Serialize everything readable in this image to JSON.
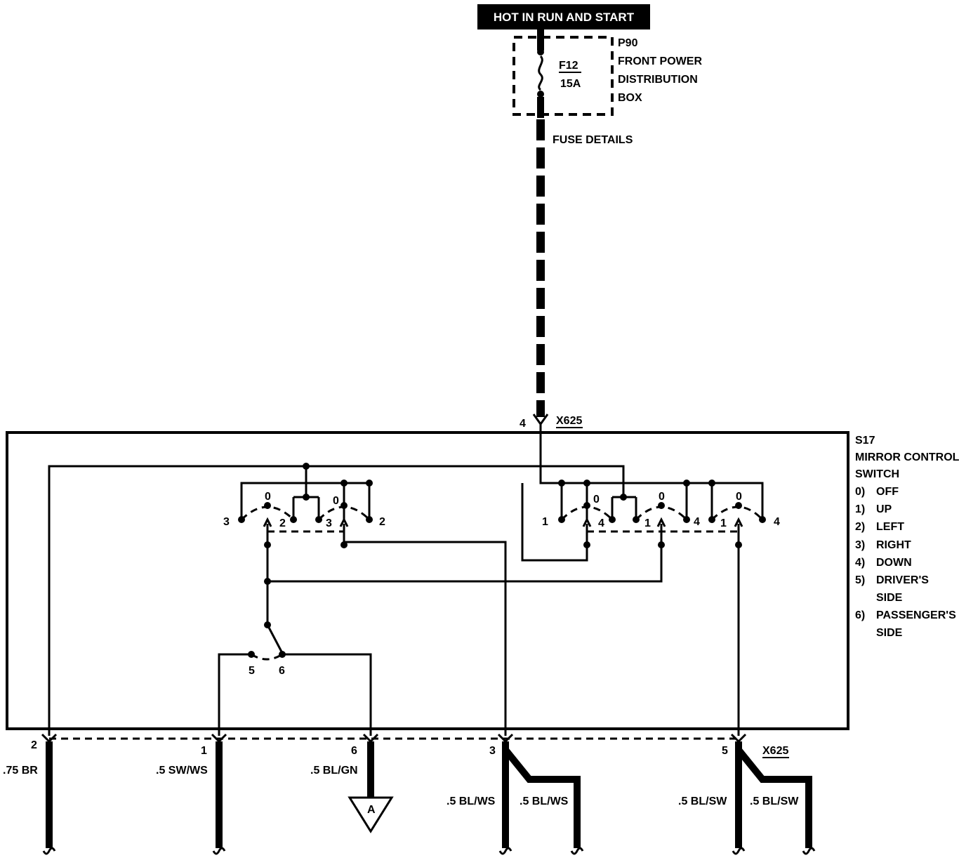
{
  "header": {
    "power_label": "HOT IN RUN AND START"
  },
  "fuse_box": {
    "id": "P90",
    "name_line1": "FRONT POWER",
    "name_line2": "DISTRIBUTION",
    "name_line3": "BOX",
    "fuse_id": "F12",
    "fuse_rating": "15A",
    "details_label": "FUSE DETAILS"
  },
  "switch": {
    "id": "S17",
    "name_line1": "MIRROR CONTROL",
    "name_line2": "SWITCH",
    "legend": [
      {
        "num": "0)",
        "text": "OFF"
      },
      {
        "num": "1)",
        "text": "UP"
      },
      {
        "num": "2)",
        "text": "LEFT"
      },
      {
        "num": "3)",
        "text": "RIGHT"
      },
      {
        "num": "4)",
        "text": "DOWN"
      },
      {
        "num": "5)",
        "text": "DRIVER'S"
      },
      {
        "num": "",
        "text": "SIDE"
      },
      {
        "num": "6)",
        "text": "PASSENGER'S"
      },
      {
        "num": "",
        "text": "SIDE"
      }
    ],
    "positions": {
      "off": "0",
      "up": "1",
      "left": "2",
      "right": "3",
      "down": "4",
      "driver": "5",
      "passenger": "6"
    }
  },
  "connector": {
    "name": "X625",
    "top_pin": "4",
    "bottom_pins": [
      "2",
      "1",
      "6",
      "3",
      "5"
    ]
  },
  "wires": {
    "w1": ".75 BR",
    "w2": ".5 SW/WS",
    "w3": ".5 BL/GN",
    "w4a": ".5 BL/WS",
    "w4b": ".5 BL/WS",
    "w5a": ".5 BL/SW",
    "w5b": ".5 BL/SW"
  },
  "ground_ref": "A"
}
